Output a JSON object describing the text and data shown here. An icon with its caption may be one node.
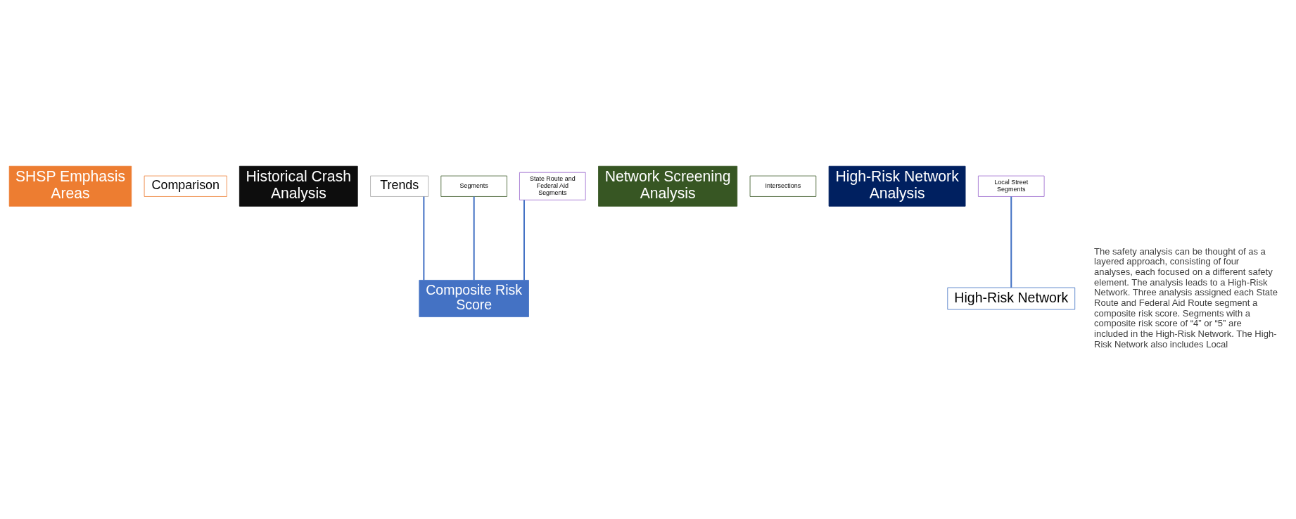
{
  "diagram": {
    "nodes": [
      {
        "text": [
          "SHSP Emphasis Areas"
        ]
      },
      {
        "text": [
          "Comparison"
        ]
      },
      {
        "text": [
          "Historical Crash Analysis"
        ]
      },
      {
        "text": [
          "Trends"
        ]
      },
      {
        "text": [
          "Network Screening Analysis"
        ]
      },
      {
        "text": [
          "Intersections"
        ]
      },
      {
        "text": [
          "Segments"
        ]
      },
      {
        "text": [
          "High-Risk Network Analysis"
        ]
      },
      {
        "text": [
          "State Route and Federal Aid Segments"
        ]
      },
      {
        "text": [
          "Local Street Segments"
        ]
      },
      {
        "text": [
          "Composite Risk Score"
        ]
      },
      {
        "text": [
          "High-Risk Network"
        ]
      }
    ],
    "edges": [
      {
        "from": 3,
        "to": 10,
        "arrow": "none"
      },
      {
        "from": 6,
        "to": 10,
        "arrow": "none"
      },
      {
        "from": 8,
        "to": 10,
        "arrow": "none"
      },
      {
        "from": 9,
        "to": 11,
        "arrow": "none"
      }
    ],
    "labels": [
      "The safety analysis can be thought of as a layered approach, consisting of four analyses, each focused on a different safety element. The analysis leads to a High-Risk Network. Three analysis assigned each State Route and Federal Aid Route segment a composite risk score. Segments with a composite risk score of “4” or “5” are included in the High-Risk Network. The High-Risk Network also includes Local"
    ]
  }
}
